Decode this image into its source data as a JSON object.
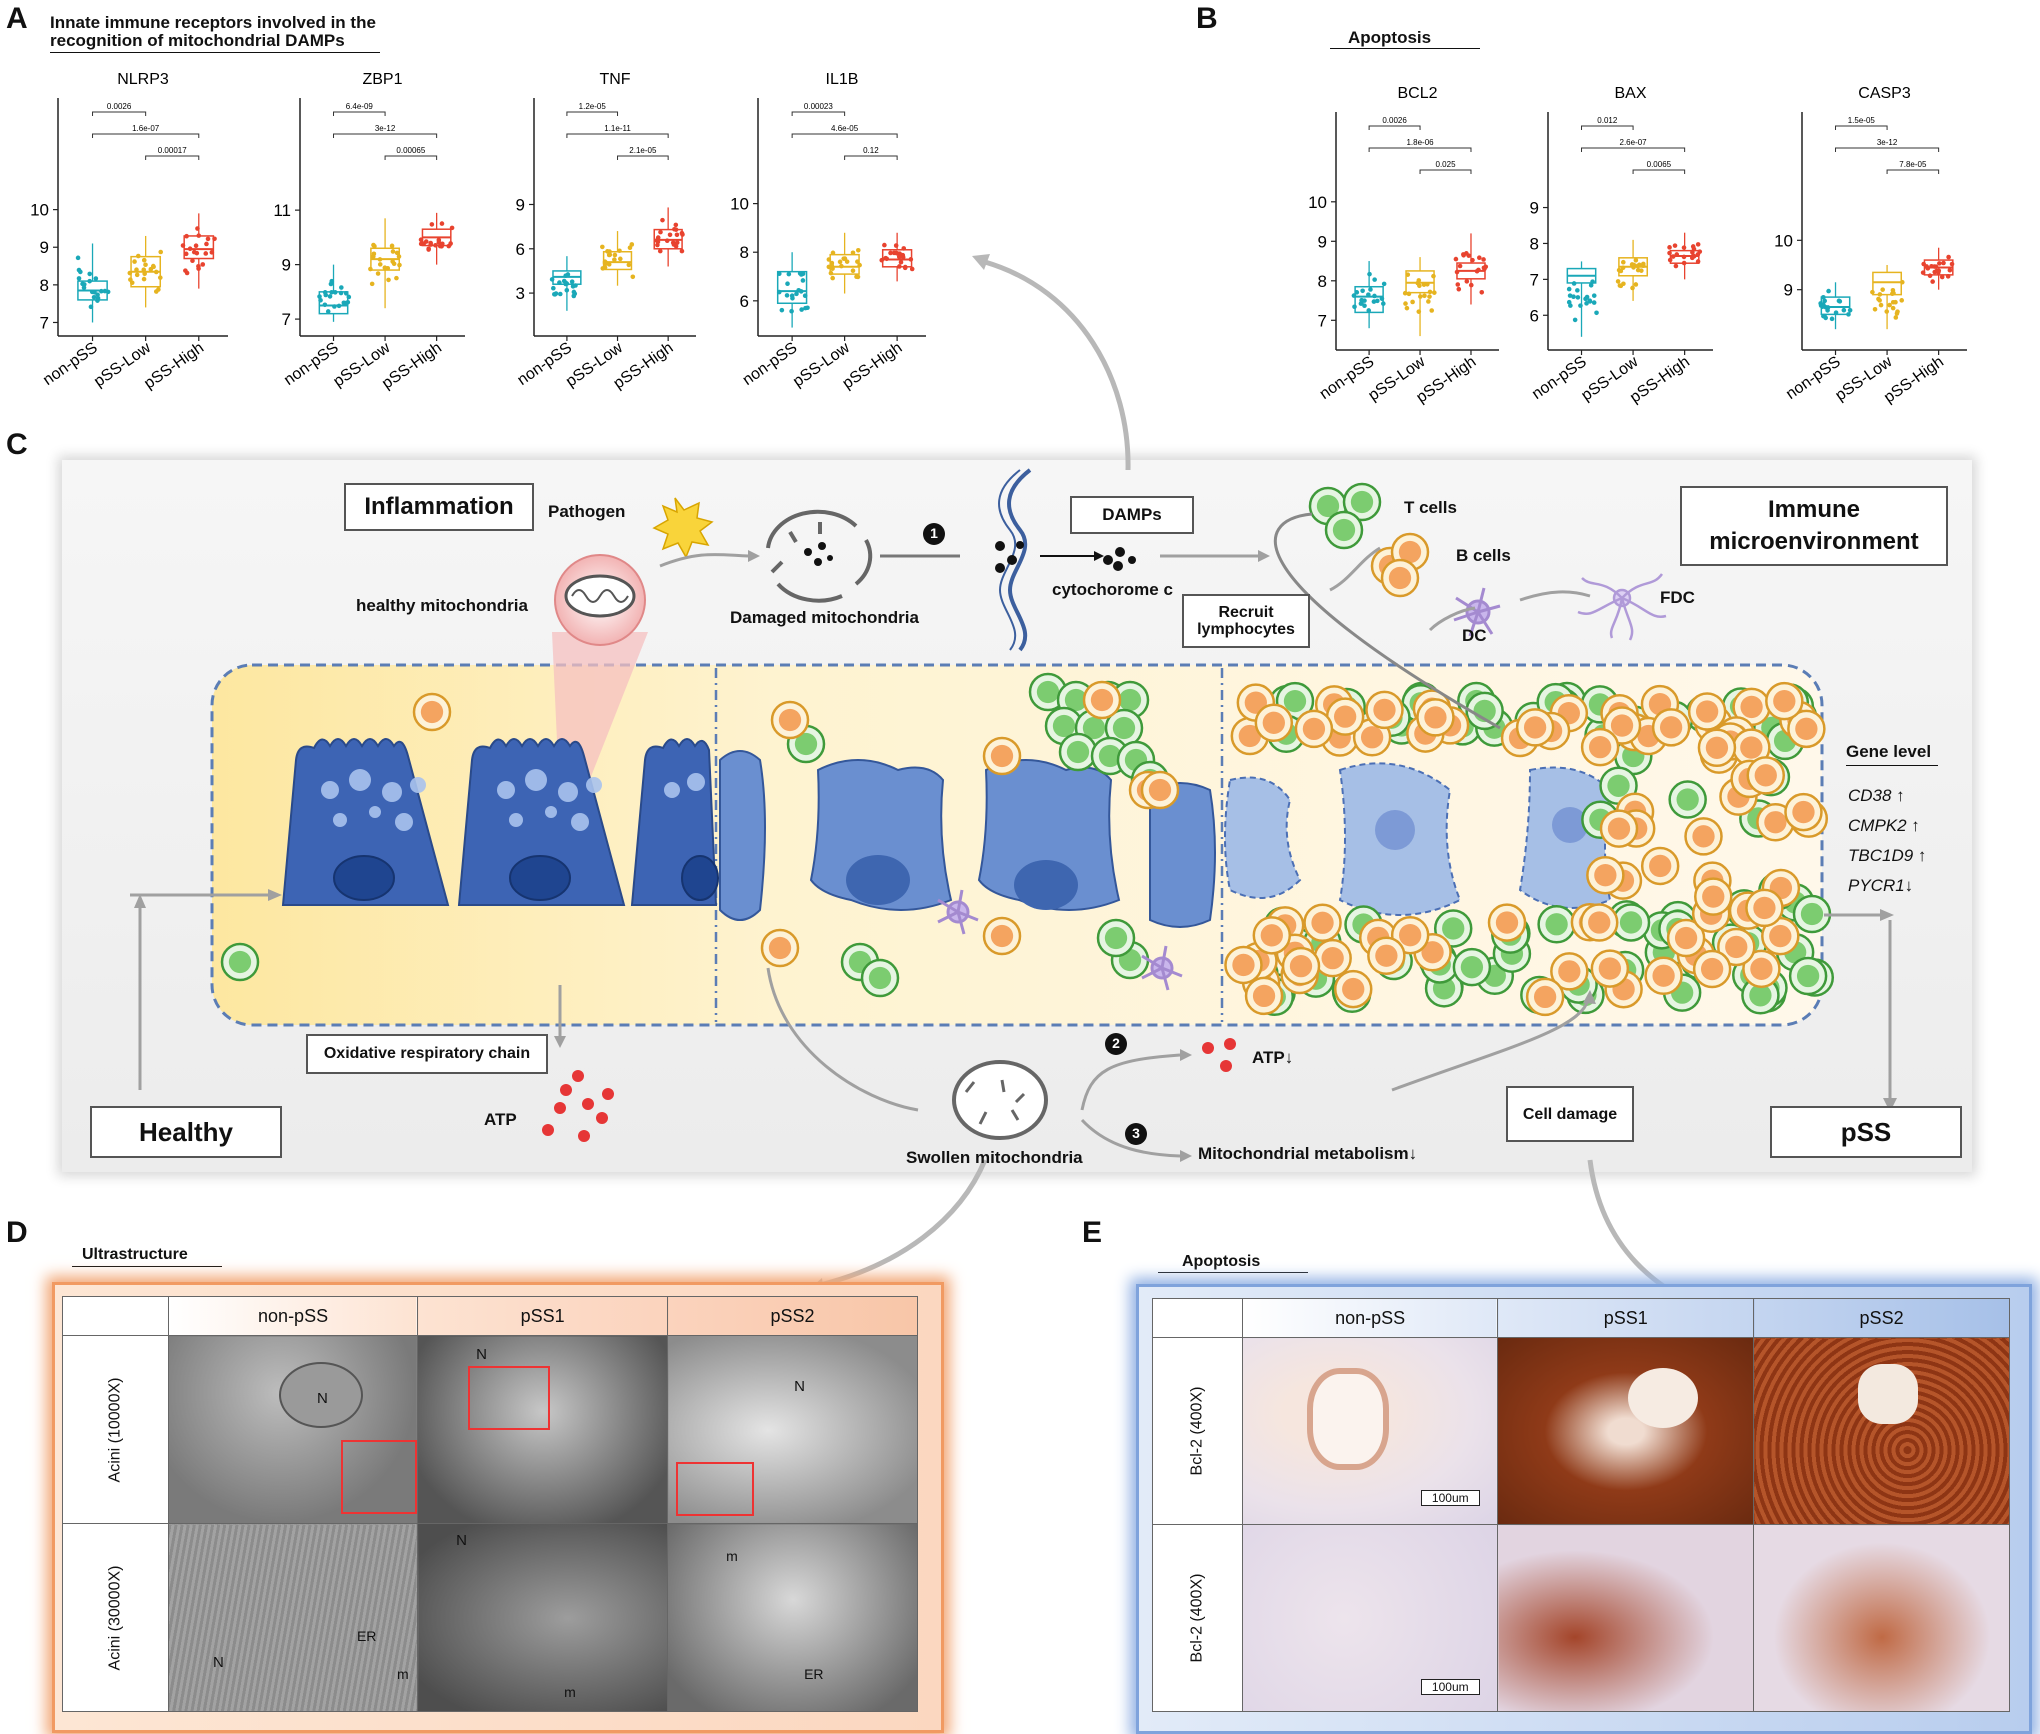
{
  "panels": {
    "A": {
      "letter": "A",
      "title_line1": "Innate immune receptors involved in the",
      "title_line2": "recognition of mitochondrial DAMPs"
    },
    "B": {
      "letter": "B",
      "title": "Apoptosis"
    },
    "C": {
      "letter": "C"
    },
    "D": {
      "letter": "D",
      "title": "Ultrastructure"
    },
    "E": {
      "letter": "E",
      "title": "Apoptosis"
    }
  },
  "chart_data": [
    {
      "type": "box",
      "title": "NLRP3",
      "categories": [
        "non-pSS",
        "pSS-Low",
        "pSS-High"
      ],
      "ylim": [
        6.8,
        11
      ],
      "yticks": [
        7,
        8,
        9,
        10
      ],
      "medians": [
        7.85,
        8.35,
        8.95
      ],
      "q1": [
        7.6,
        7.95,
        8.7
      ],
      "q3": [
        8.1,
        8.75,
        9.3
      ],
      "whisker_low": [
        7.0,
        7.4,
        7.9
      ],
      "whisker_high": [
        9.1,
        9.3,
        9.9
      ],
      "pvalues": [
        {
          "pair": [
            0,
            1
          ],
          "p": "0.0026"
        },
        {
          "pair": [
            0,
            2
          ],
          "p": "1.6e-07"
        },
        {
          "pair": [
            1,
            2
          ],
          "p": "0.00017"
        }
      ]
    },
    {
      "type": "box",
      "title": "ZBP1",
      "categories": [
        "non-pSS",
        "pSS-Low",
        "pSS-High"
      ],
      "ylim": [
        6.6,
        12.4
      ],
      "yticks": [
        7,
        9,
        11
      ],
      "medians": [
        7.5,
        9.2,
        10.0
      ],
      "q1": [
        7.2,
        8.8,
        9.7
      ],
      "q3": [
        8.0,
        9.6,
        10.3
      ],
      "whisker_low": [
        6.9,
        7.4,
        9.0
      ],
      "whisker_high": [
        9.0,
        10.7,
        10.9
      ],
      "pvalues": [
        {
          "pair": [
            0,
            1
          ],
          "p": "6.4e-09"
        },
        {
          "pair": [
            0,
            2
          ],
          "p": "3e-12"
        },
        {
          "pair": [
            1,
            2
          ],
          "p": "0.00065"
        }
      ]
    },
    {
      "type": "box",
      "title": "TNF",
      "categories": [
        "non-pSS",
        "pSS-Low",
        "pSS-High"
      ],
      "ylim": [
        0.5,
        11.2
      ],
      "yticks": [
        3,
        6,
        9
      ],
      "medians": [
        4.1,
        5.1,
        6.6
      ],
      "q1": [
        3.6,
        4.6,
        6.0
      ],
      "q3": [
        4.5,
        5.8,
        7.3
      ],
      "whisker_low": [
        1.8,
        3.5,
        4.8
      ],
      "whisker_high": [
        5.5,
        7.2,
        8.8
      ],
      "pvalues": [
        {
          "pair": [
            0,
            1
          ],
          "p": "1.2e-05"
        },
        {
          "pair": [
            0,
            2
          ],
          "p": "1.1e-11"
        },
        {
          "pair": [
            1,
            2
          ],
          "p": "2.1e-05"
        }
      ]
    },
    {
      "type": "box",
      "title": "IL1B",
      "categories": [
        "non-pSS",
        "pSS-Low",
        "pSS-High"
      ],
      "ylim": [
        4.8,
        11.3
      ],
      "yticks": [
        6,
        8,
        10
      ],
      "medians": [
        6.4,
        7.4,
        7.7
      ],
      "q1": [
        5.9,
        7.1,
        7.4
      ],
      "q3": [
        7.2,
        7.9,
        8.1
      ],
      "whisker_low": [
        4.9,
        6.3,
        6.8
      ],
      "whisker_high": [
        8.0,
        8.8,
        8.8
      ],
      "pvalues": [
        {
          "pair": [
            0,
            1
          ],
          "p": "0.00023"
        },
        {
          "pair": [
            0,
            2
          ],
          "p": "4.6e-05"
        },
        {
          "pair": [
            1,
            2
          ],
          "p": "0.12"
        }
      ]
    },
    {
      "type": "box",
      "title": "BCL2",
      "categories": [
        "non-pSS",
        "pSS-Low",
        "pSS-High"
      ],
      "ylim": [
        6.4,
        10.4
      ],
      "yticks": [
        7,
        8,
        9,
        10
      ],
      "medians": [
        7.6,
        7.95,
        8.25
      ],
      "q1": [
        7.2,
        7.7,
        8.05
      ],
      "q3": [
        7.85,
        8.25,
        8.45
      ],
      "whisker_low": [
        6.8,
        6.6,
        7.4
      ],
      "whisker_high": [
        8.5,
        8.6,
        9.2
      ],
      "pvalues": [
        {
          "pair": [
            0,
            1
          ],
          "p": "0.0026"
        },
        {
          "pair": [
            0,
            2
          ],
          "p": "1.8e-06"
        },
        {
          "pair": [
            1,
            2
          ],
          "p": "0.025"
        }
      ]
    },
    {
      "type": "box",
      "title": "BAX",
      "categories": [
        "non-pSS",
        "pSS-Low",
        "pSS-High"
      ],
      "ylim": [
        5.2,
        9.6
      ],
      "yticks": [
        6,
        7,
        8,
        9
      ],
      "medians": [
        7.1,
        7.35,
        7.65
      ],
      "q1": [
        6.9,
        7.1,
        7.45
      ],
      "q3": [
        7.3,
        7.6,
        7.8
      ],
      "whisker_low": [
        5.4,
        6.4,
        7.0
      ],
      "whisker_high": [
        7.5,
        8.1,
        8.3
      ],
      "pvalues": [
        {
          "pair": [
            0,
            1
          ],
          "p": "0.012"
        },
        {
          "pair": [
            0,
            2
          ],
          "p": "2.6e-07"
        },
        {
          "pair": [
            1,
            2
          ],
          "p": "0.0065"
        }
      ]
    },
    {
      "type": "box",
      "title": "CASP3",
      "categories": [
        "non-pSS",
        "pSS-Low",
        "pSS-High"
      ],
      "ylim": [
        7.9,
        11.1
      ],
      "yticks": [
        9,
        10
      ],
      "medians": [
        8.65,
        9.15,
        9.45
      ],
      "q1": [
        8.5,
        8.9,
        9.3
      ],
      "q3": [
        8.85,
        9.35,
        9.6
      ],
      "whisker_low": [
        8.2,
        8.2,
        9.0
      ],
      "whisker_high": [
        9.15,
        9.5,
        9.85
      ],
      "pvalues": [
        {
          "pair": [
            0,
            1
          ],
          "p": "1.5e-05"
        },
        {
          "pair": [
            0,
            2
          ],
          "p": "3e-12"
        },
        {
          "pair": [
            1,
            2
          ],
          "p": "7.8e-05"
        }
      ]
    }
  ],
  "colors": {
    "non_pss": "#1aa8b8",
    "pss_low": "#e6b420",
    "pss_high": "#e8432f",
    "frame_orange": "#f0a070",
    "frame_blue": "#7fa3dc"
  },
  "diagram": {
    "inflammation": "Inflammation",
    "pathogen": "Pathogen",
    "healthy_mito": "healthy mitochondria",
    "damaged_mito": "Damaged mitochondria",
    "step1": "1",
    "step2": "2",
    "step3": "3",
    "damps": "DAMPs",
    "cytochrome": "cytochorome c",
    "recruit": "Recruit lymphocytes",
    "t_cells": "T cells",
    "b_cells": "B cells",
    "dc": "DC",
    "fdc": "FDC",
    "immune_env": "Immune microenvironment",
    "gene_level": "Gene level",
    "genes": [
      "CD38 ↑",
      "CMPK2 ↑",
      "TBC1D9 ↑",
      "PYCR1↓"
    ],
    "oxidative": "Oxidative respiratory chain",
    "atp": "ATP",
    "atp_down": "ATP↓",
    "swollen": "Swollen mitochondria",
    "mito_metab": "Mitochondrial metabolism↓",
    "cell_damage": "Cell damage",
    "healthy": "Healthy",
    "pss": "pSS"
  },
  "panelD": {
    "cols": [
      "non-pSS",
      "pSS1",
      "pSS2"
    ],
    "rows": [
      "Acini (10000X)",
      "Acini (30000X)"
    ],
    "labels": {
      "n": "N",
      "m": "m",
      "er": "ER"
    }
  },
  "panelE": {
    "cols": [
      "non-pSS",
      "pSS1",
      "pSS2"
    ],
    "rows": [
      "Bcl-2 (400X)",
      "Bcl-2 (400X)"
    ],
    "scale": "100um"
  }
}
